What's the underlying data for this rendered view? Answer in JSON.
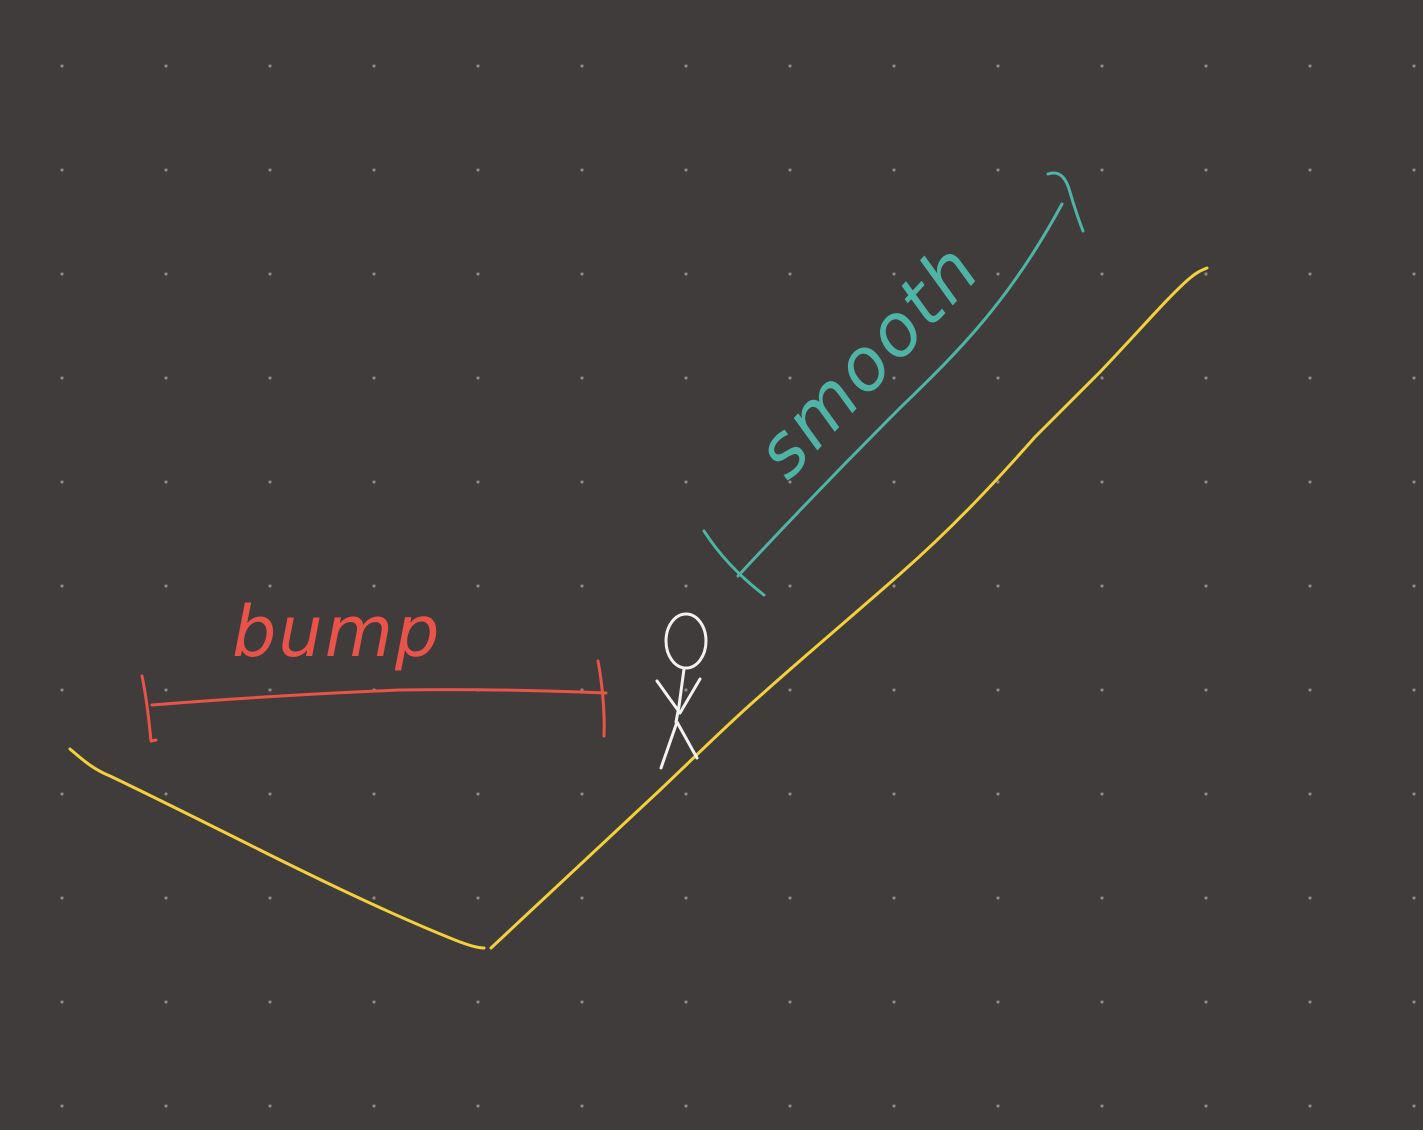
{
  "canvas": {
    "background_color": "#403c3b",
    "grid_dot_color": "#8c8886",
    "grid": "dotted"
  },
  "labels": {
    "bump": "bump",
    "smooth": "smooth"
  },
  "colors": {
    "ground_line": "#f2d13c",
    "bump_annotation": "#e8534a",
    "smooth_annotation": "#4fb3a5",
    "stick_figure": "#f2f2f2"
  }
}
